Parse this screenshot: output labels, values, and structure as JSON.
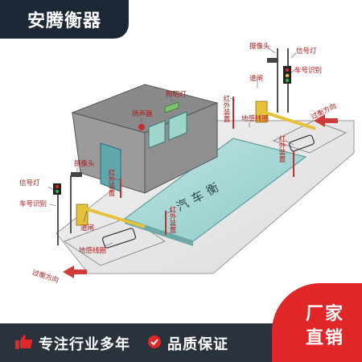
{
  "brand": {
    "name": "安腾衡器"
  },
  "diagram": {
    "labels": {
      "loudspeaker": "扬声器",
      "lighting": "照明灯",
      "camera_right": "摄像头",
      "signal_light_right": "信号灯",
      "plate_recognition_right": "车号识别",
      "barrier_right": "道闸",
      "infrared_right_top": "红外装置",
      "ground_coil_right": "地感线圈",
      "infrared_right_mid": "红外装置",
      "camera_left": "摄像头",
      "signal_light_left": "信号灯",
      "plate_recognition_left": "车号识别",
      "infrared_left": "红外装置",
      "barrier_left": "道闸",
      "infrared_center": "红外装置",
      "ground_coil_left": "地感线圈",
      "scale_platform": "汽车衡",
      "direction_left": "过衡方向",
      "direction_right": "过衡方向"
    }
  },
  "footer": {
    "slogan": "专注行业多年",
    "promise": "品质保证"
  },
  "badge": {
    "line1": "厂家",
    "line2": "直销"
  },
  "colors": {
    "brand_dark": "#1d2836",
    "label_red": "#b01818",
    "badge_red": "#e02626",
    "platform": "#9fd3d3",
    "barrier_yellow": "#e6c23a"
  }
}
